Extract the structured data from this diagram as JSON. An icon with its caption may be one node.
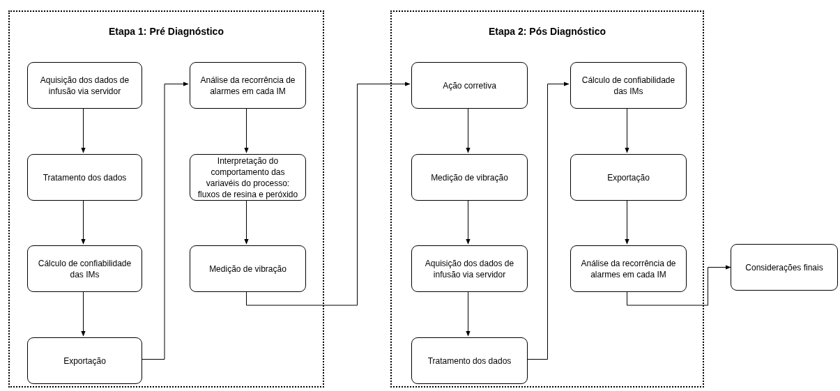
{
  "diagram": {
    "nodes": [
      {
        "text": [
          "Etapa 1: Pré Diagnóstico"
        ]
      },
      {
        "text": [
          "Aquisição dos dados de infusão via servidor"
        ],
        "in": 0
      },
      {
        "text": [
          "Tratamento dos dados"
        ],
        "in": 0
      },
      {
        "text": [
          "Cálculo de confiabilidade das IMs"
        ],
        "in": 0
      },
      {
        "text": [
          "Exportação"
        ],
        "in": 0
      },
      {
        "text": [
          "Análise da recorrência de alarmes em cada IM"
        ],
        "in": 0
      },
      {
        "text": [
          "Interpretação do comportamento das variavéis do processo: fluxos de resina e peróxido"
        ],
        "in": 0
      },
      {
        "text": [
          "Medição de vibração"
        ],
        "in": 0
      },
      {
        "text": [
          "Etapa 2: Pós Diagnóstico"
        ]
      },
      {
        "text": [
          "Ação corretiva"
        ],
        "in": 8
      },
      {
        "text": [
          "Medição de vibração"
        ],
        "in": 8
      },
      {
        "text": [
          "Aquisição dos dados de infusão via servidor"
        ],
        "in": 8
      },
      {
        "text": [
          "Tratamento dos dados"
        ],
        "in": 8
      },
      {
        "text": [
          "Cálculo de confiabilidade das IMs"
        ],
        "in": 8
      },
      {
        "text": [
          "Exportação"
        ],
        "in": 8
      },
      {
        "text": [
          "Análise da recorrência de alarmes em cada IM"
        ],
        "in": 8
      },
      {
        "text": [
          "Considerações finais"
        ]
      }
    ],
    "edges": [
      {
        "from": 1,
        "to": 2,
        "arrow": "to"
      },
      {
        "from": 2,
        "to": 3,
        "arrow": "to"
      },
      {
        "from": 3,
        "to": 4,
        "arrow": "to"
      },
      {
        "from": 4,
        "to": 5,
        "arrow": "to"
      },
      {
        "from": 5,
        "to": 6,
        "arrow": "to"
      },
      {
        "from": 6,
        "to": 7,
        "arrow": "to"
      },
      {
        "from": 7,
        "to": 9,
        "arrow": "to"
      },
      {
        "from": 9,
        "to": 10,
        "arrow": "to"
      },
      {
        "from": 10,
        "to": 11,
        "arrow": "to"
      },
      {
        "from": 11,
        "to": 12,
        "arrow": "to"
      },
      {
        "from": 12,
        "to": 13,
        "arrow": "to"
      },
      {
        "from": 13,
        "to": 14,
        "arrow": "to"
      },
      {
        "from": 14,
        "to": 15,
        "arrow": "to"
      },
      {
        "from": 15,
        "to": 16,
        "arrow": "to"
      }
    ]
  }
}
